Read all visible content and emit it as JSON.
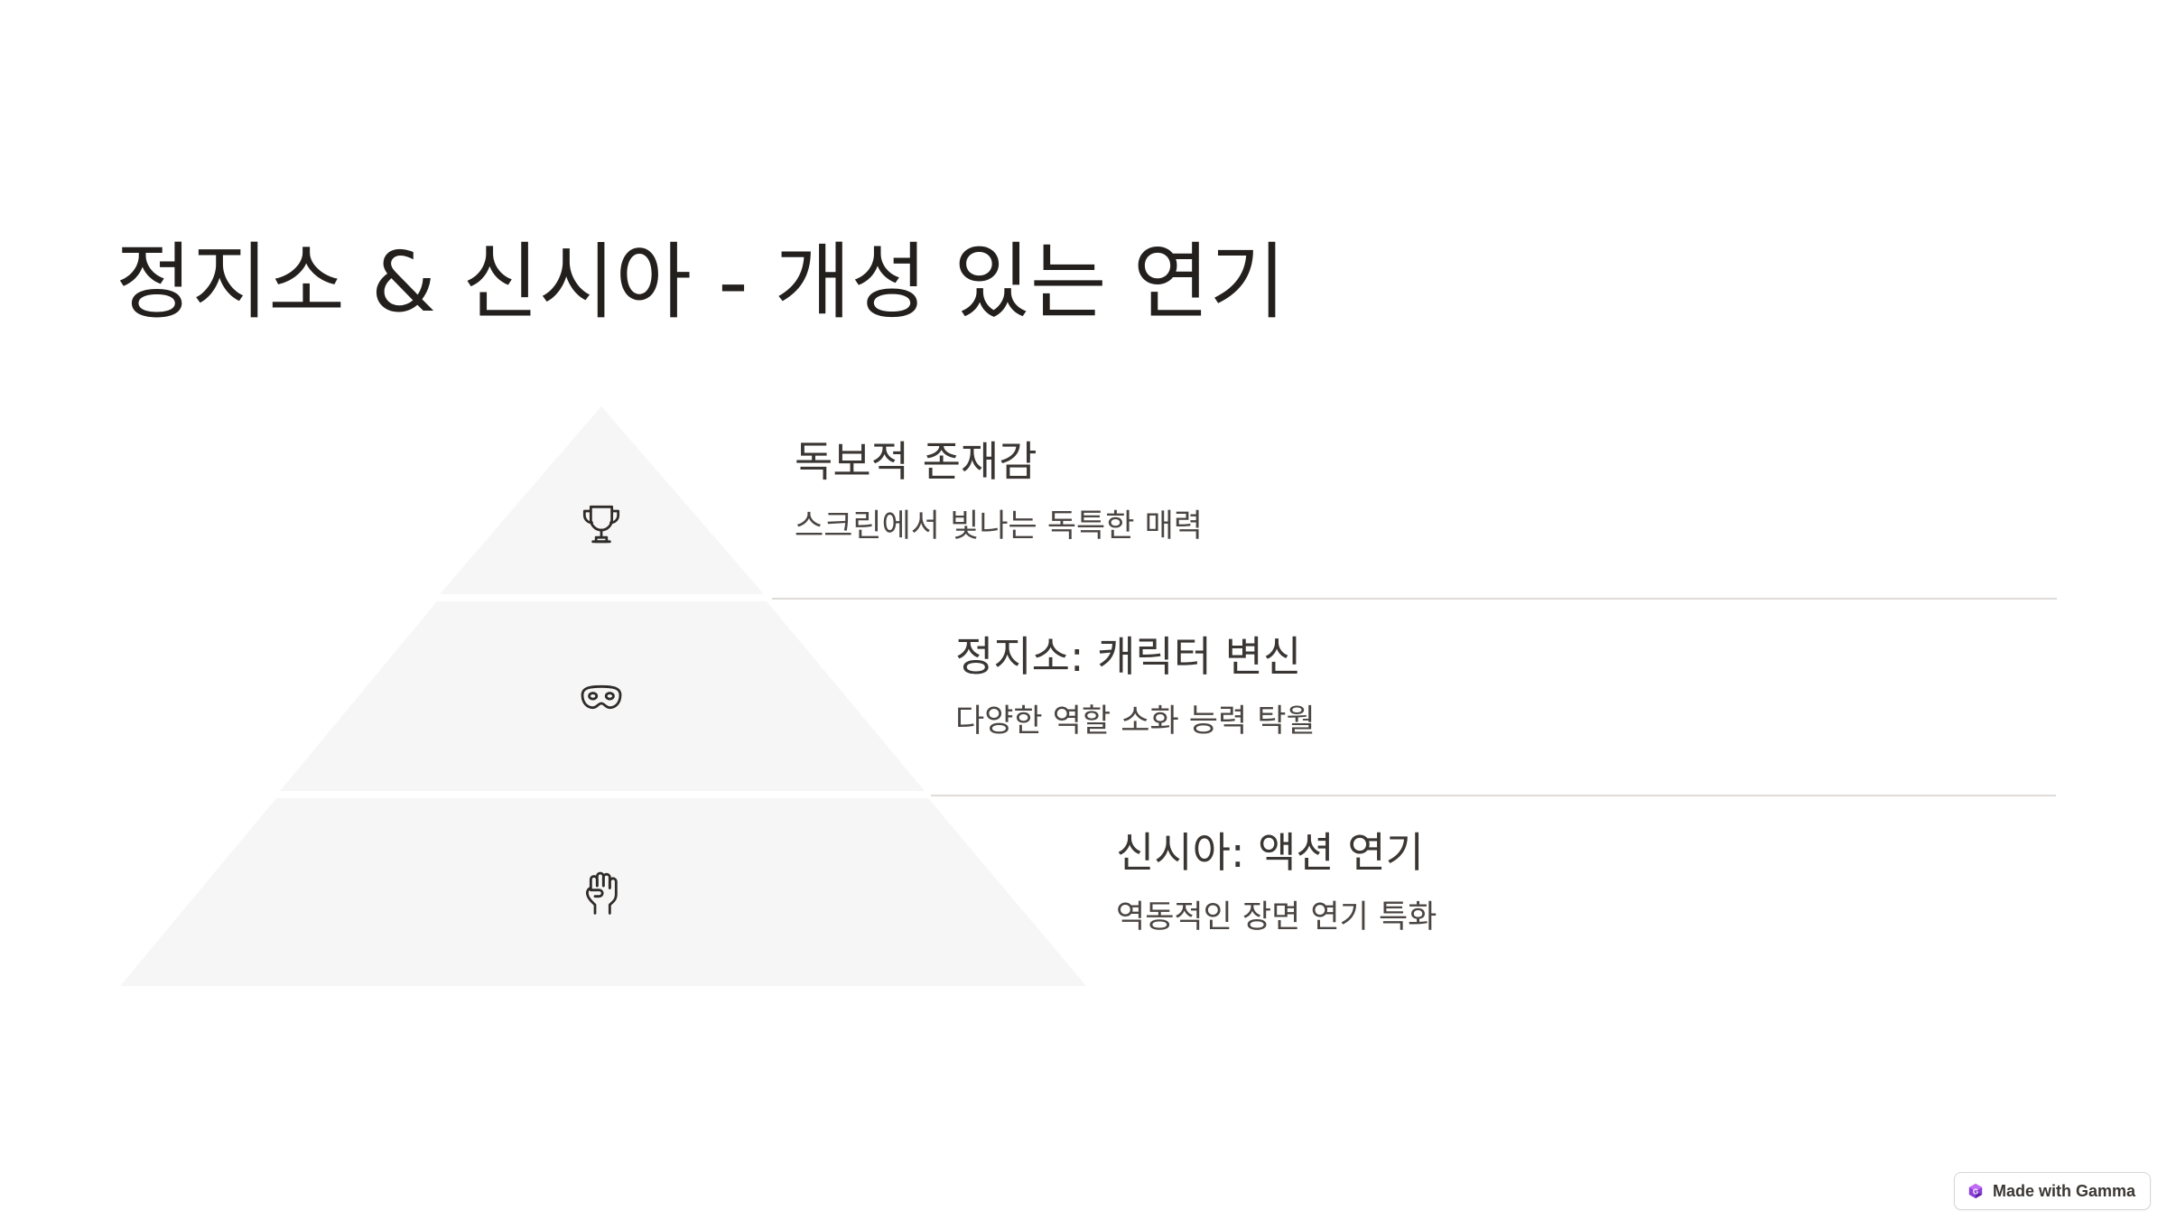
{
  "slide": {
    "title": "정지소 & 신시아 - 개성 있는 연기"
  },
  "pyramid": {
    "tiers": [
      {
        "icon": "trophy-icon",
        "heading": "독보적 존재감",
        "description": "스크린에서 빛나는 독특한 매력"
      },
      {
        "icon": "mask-icon",
        "heading": "정지소: 캐릭터 변신",
        "description": "다양한 역할 소화 능력 탁월"
      },
      {
        "icon": "raised-fist-icon",
        "heading": "신시아: 액션 연기",
        "description": "역동적인 장면 연기 특화"
      }
    ]
  },
  "badge": {
    "label": "Made with Gamma",
    "icon": "gamma-logo-icon"
  },
  "colors": {
    "background": "#ffffff",
    "pyramid_fill": "#f7f6f6",
    "text": "#221f1d",
    "divider": "#dedbd8",
    "badge_accent": "#8b3fd9"
  }
}
